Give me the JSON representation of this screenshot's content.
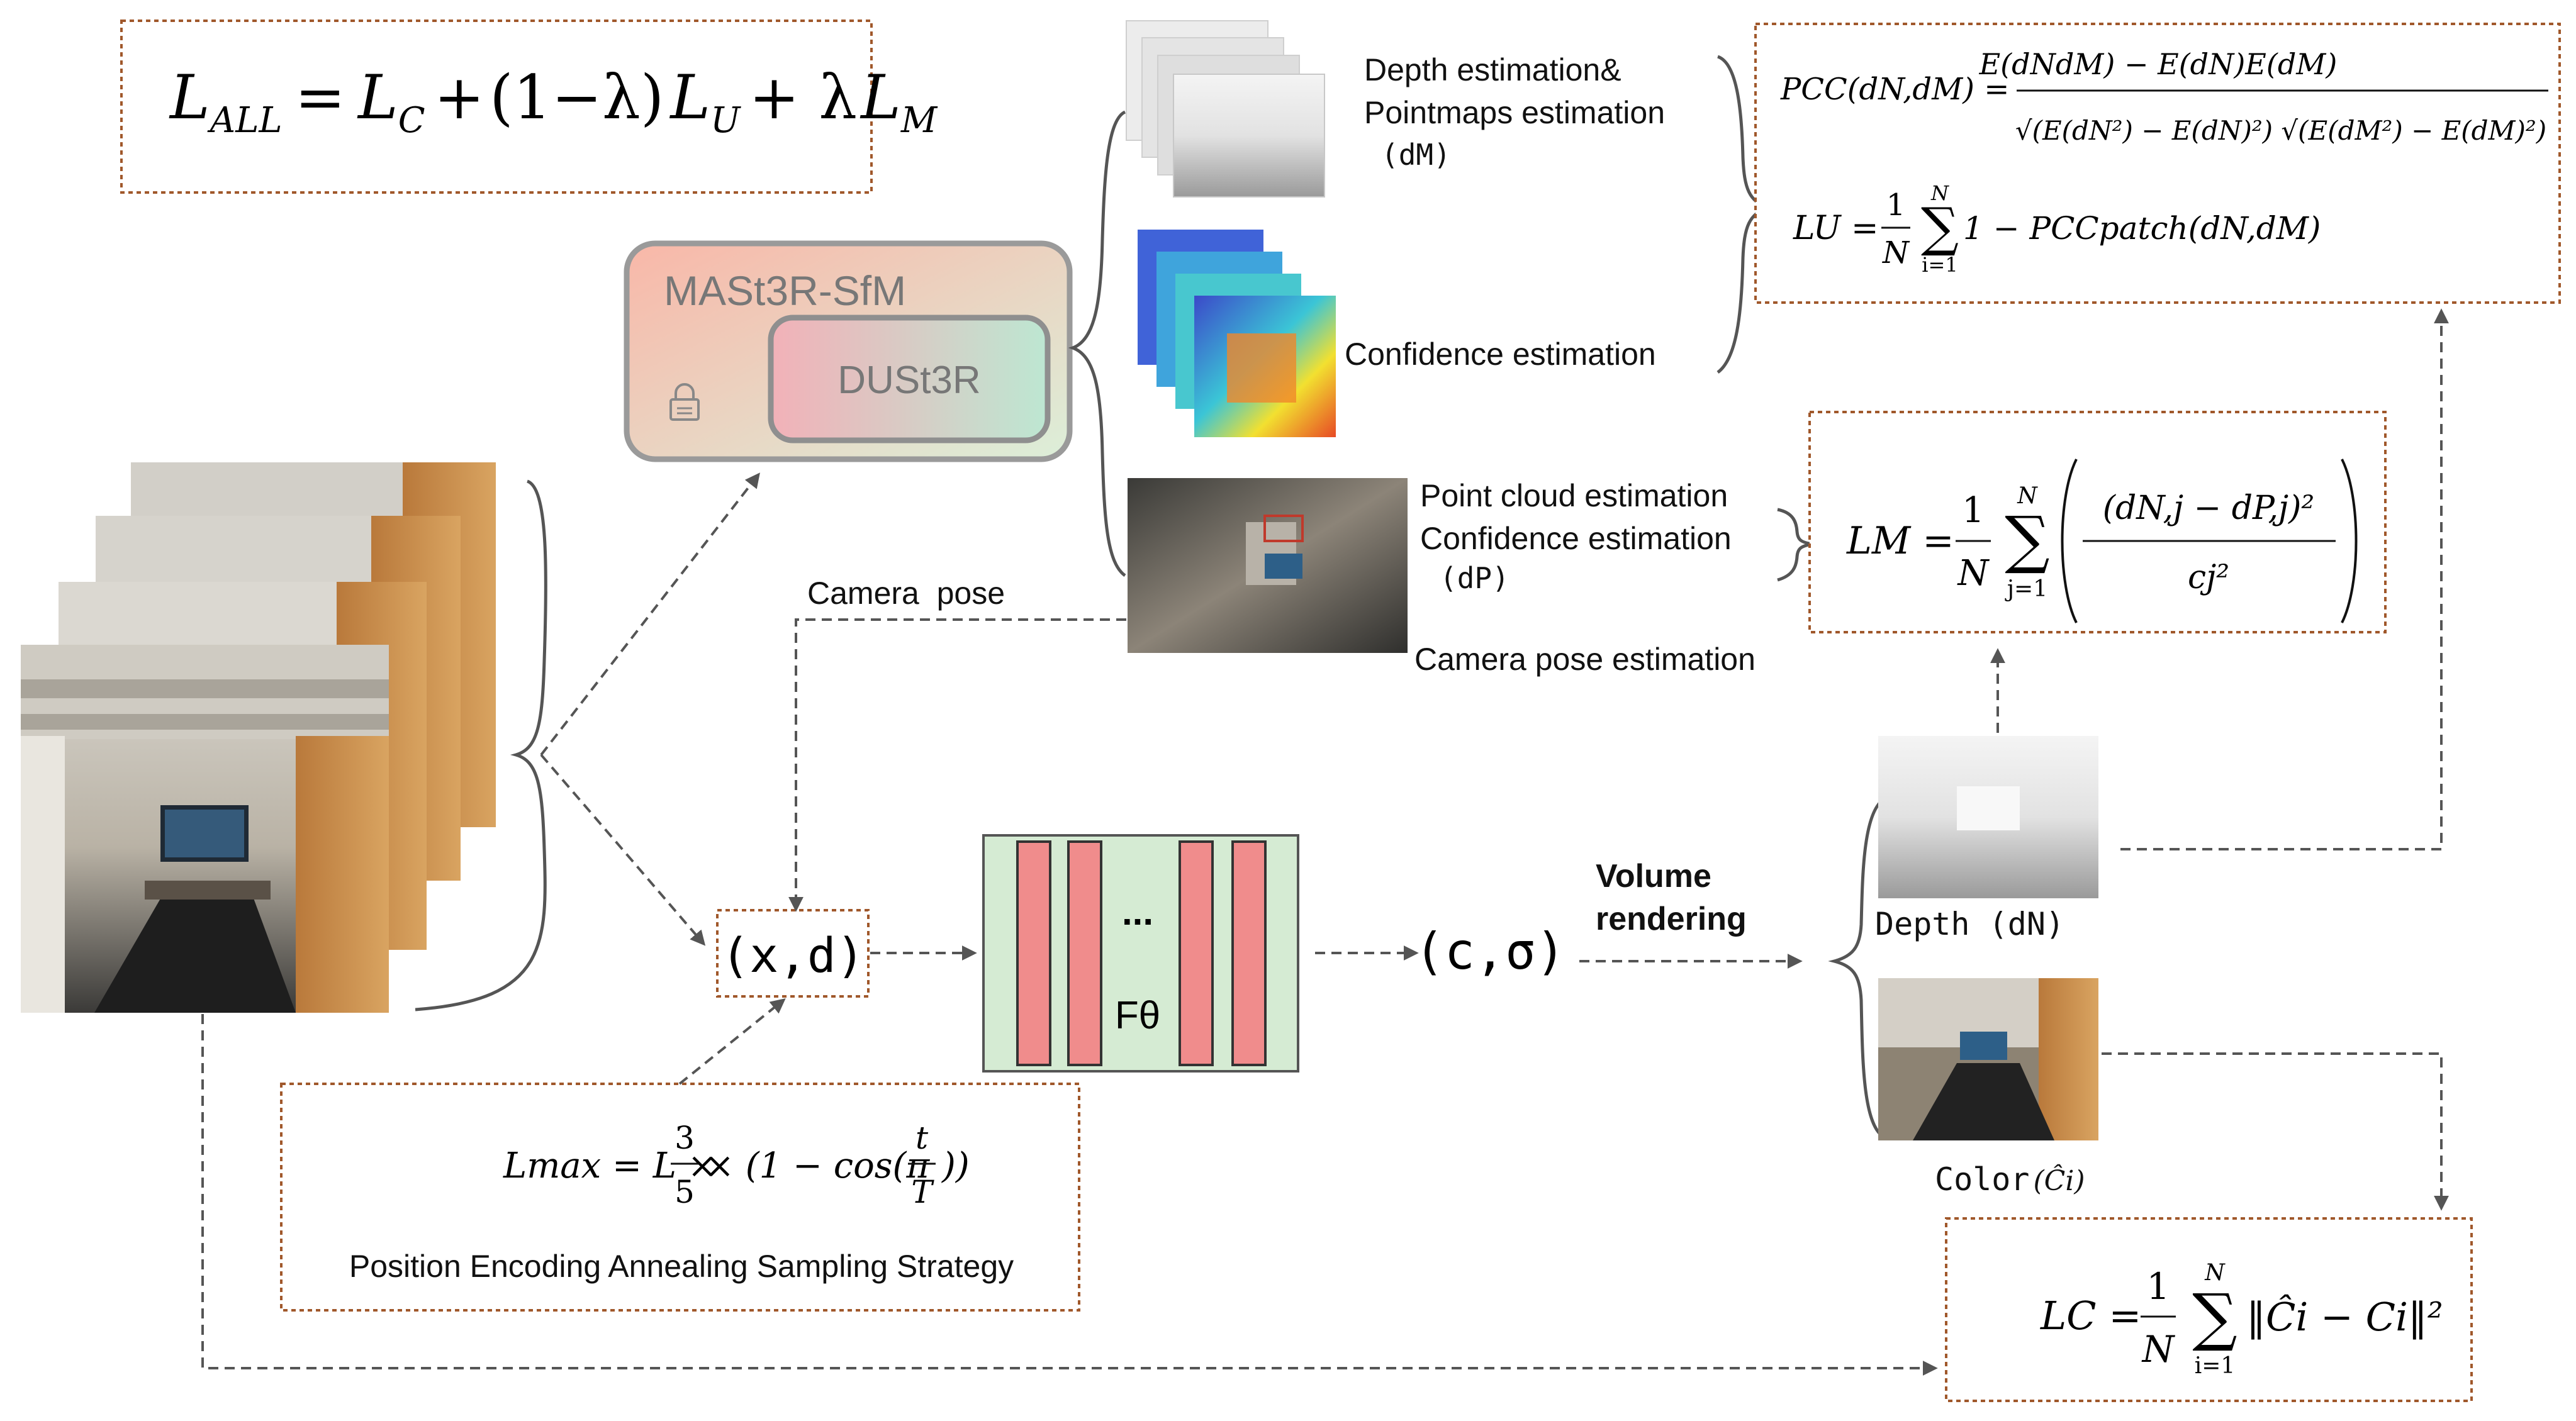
{
  "colors": {
    "box_border": "#a0582b",
    "arrow": "#555555",
    "bar_fill": "#f08c8c",
    "bar_stroke": "#333333",
    "network_fill": "#d5ebd3",
    "mast3r_gradient_left": "#f9b7a8",
    "mast3r_gradient_right": "#dbeedb",
    "dust3r_gradient_left": "#f2b1b8",
    "dust3r_gradient_right": "#bfe8d4"
  },
  "icons": {
    "lock": "lock-icon"
  },
  "loss_all": {
    "lhs": "L",
    "lhs_sub": "ALL",
    "eq": "=",
    "t1": "L",
    "t1_sub": "C",
    "plus": "+",
    "paren": "(1−λ)",
    "t2": "L",
    "t2_sub": "U",
    "plus2": "+ λ",
    "t3": "L",
    "t3_sub": "M"
  },
  "mast3r": {
    "title": "MASt3R-SfM",
    "inner": "DUSt3R"
  },
  "outputs": {
    "depth_line1": "Depth estimation&",
    "depth_line2": "Pointmaps estimation",
    "depth_line3": "(dM)",
    "confidence": "Confidence estimation",
    "pc_line1": "Point cloud estimation",
    "pc_line2": "Confidence estimation",
    "pc_line3": "(dP)",
    "camera_pose_estimation": "Camera pose estimation"
  },
  "camera_pose_label": "Camera  pose",
  "xd_label": "(x,d)",
  "network": {
    "dots": "...",
    "label": "Fθ"
  },
  "c_sigma_label": "(c,σ)",
  "volume_rendering": {
    "line1": "Volume",
    "line2": "rendering"
  },
  "depth_label": "Depth (dN)",
  "color_label": "Color",
  "color_symbol": "(Ĉi)",
  "pcc_formula": {
    "lhs": "PCC(dN,dM) =",
    "numerator": "E(dNdM) − E(dN)E(dM)",
    "denominator": "√(E(dN²) − E(dN)²) √(E(dM²) − E(dM)²)"
  },
  "lu_formula": {
    "lhs": "LU = ",
    "frac_num": "1",
    "frac_den": "N",
    "sum_top": "N",
    "sum_bot": "i=1",
    "body": "1 − PCCpatch(dN,dM)"
  },
  "lm_formula": {
    "lhs": "LM = ",
    "frac_num": "1",
    "frac_den": "N",
    "sum_top": "N",
    "sum_bot": "j=1",
    "num": "(dN,j − dP,j)²",
    "den": "cj²"
  },
  "lc_formula": {
    "lhs": "LC = ",
    "frac_num": "1",
    "frac_den": "N",
    "sum_top": "N",
    "sum_bot": "i=1",
    "body": "‖Ĉi − Ci‖²"
  },
  "lmax_formula": {
    "lhs": "Lmax = L × ",
    "frac_num": "3",
    "frac_den": "5",
    "body": "× (1 − cos(π",
    "t": "t",
    "T": "T",
    "close": "))"
  },
  "annealing_label": "Position Encoding Annealing Sampling Strategy"
}
